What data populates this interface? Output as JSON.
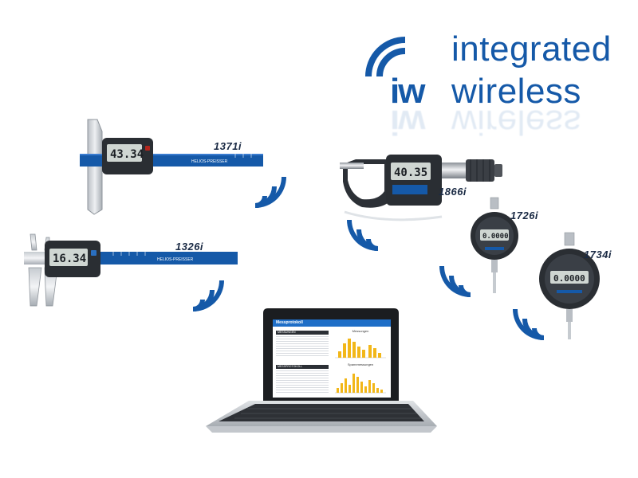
{
  "brand": {
    "monogram": "iw",
    "line1": "integrated",
    "line2": "wireless",
    "color": "#1559a8"
  },
  "devices": [
    {
      "id": "depth-caliper",
      "model": "1371i",
      "reading": "43.34"
    },
    {
      "id": "caliper",
      "model": "1326i",
      "reading": "16.34"
    },
    {
      "id": "micrometer",
      "model": "1866i",
      "reading": "40.35"
    },
    {
      "id": "dial-indicator-small",
      "model": "1726i",
      "reading": "0.0000"
    },
    {
      "id": "dial-indicator-large",
      "model": "1734i",
      "reading": "0.0000"
    }
  ],
  "laptop": {
    "app_title": "Messprotokoll",
    "panel_title_1": "Messungen",
    "panel_title_2": "Spannmessungen",
    "section_1": "MESSUNGEN",
    "section_2": "MESSPROTOKOLL"
  },
  "colors": {
    "accent": "#1559a8",
    "chart": "#f2b719"
  }
}
